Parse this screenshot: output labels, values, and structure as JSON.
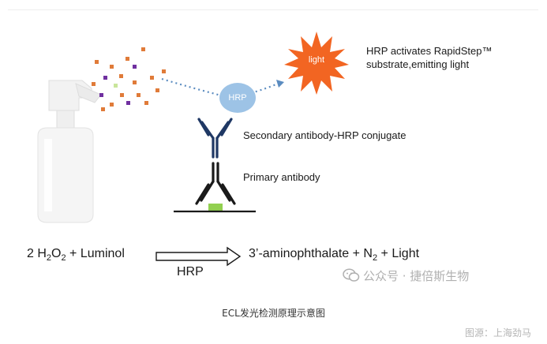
{
  "labels": {
    "hrp_activates": "HRP activates RapidStep™\nsubstrate,emitting light",
    "light": "light",
    "hrp_circle": "HRP",
    "secondary": "Secondary antibody-HRP conjugate",
    "primary": "Primary antibody"
  },
  "equation": {
    "left_prefix": "2 H",
    "left_sub1": "2",
    "left_mid": "O",
    "left_sub2": "2",
    "left_suffix": " + Luminol",
    "catalyst": "HRP",
    "right_prefix": "3’-aminophthalate + N",
    "right_sub": "2",
    "right_suffix": " + Light"
  },
  "watermark": "公众号 · 捷倍斯生物",
  "caption": "ECL发光检测原理示意图",
  "source": "图源：上海劲马",
  "colors": {
    "starburst": "#f26522",
    "hrp_circle": "#9dc3e6",
    "antibody": "#1f3864",
    "antigen": "#92d050",
    "arrow_dots": "#5b8cc0"
  }
}
